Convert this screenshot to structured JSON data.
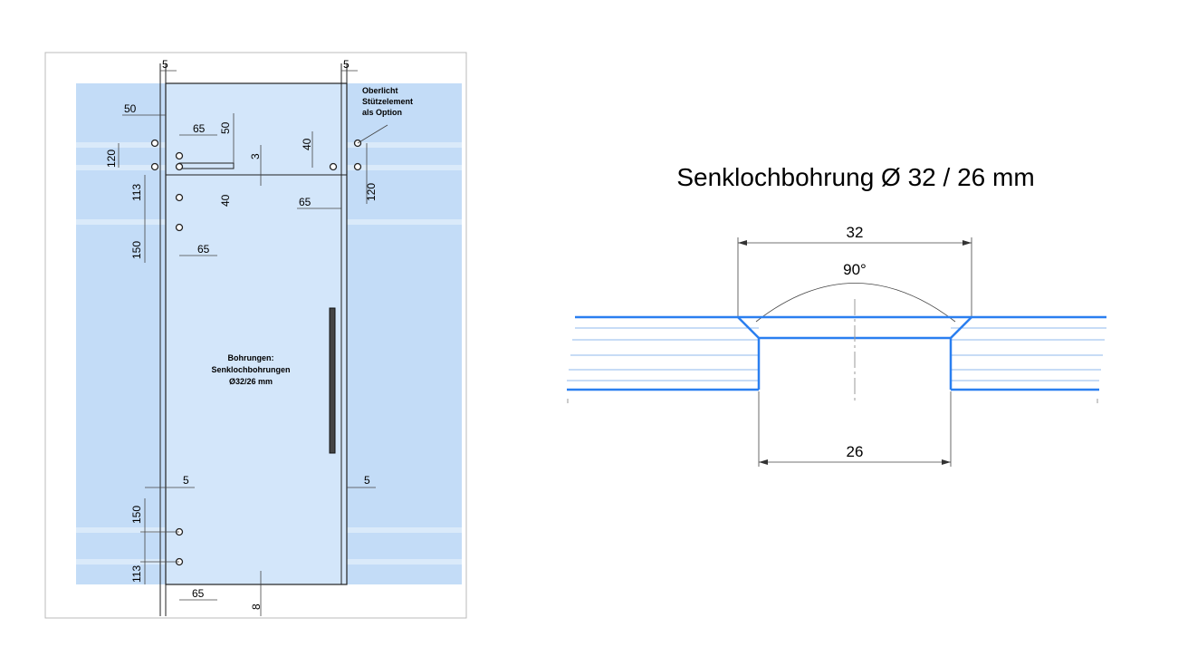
{
  "door_drawing": {
    "colors": {
      "glass": "#c3dcf7",
      "frame": "#888888",
      "panel": "#d3e6fa"
    },
    "dims": {
      "top_left_5": "5",
      "top_right_5": "5",
      "d50_top": "50",
      "d65_top": "65",
      "d50_vert": "50",
      "d120_left": "120",
      "d3": "3",
      "d40_right": "40",
      "d120_right": "120",
      "d113_top": "113",
      "d40_mid": "40",
      "d65_right": "65",
      "d150_top": "150",
      "d65_mid": "65",
      "mid_left_5": "5",
      "mid_right_5": "5",
      "d150_bottom": "150",
      "d113_bottom": "113",
      "d65_bottom": "65",
      "d8_bottom": "8"
    },
    "notes": {
      "option_line1": "Oberlicht",
      "option_line2": "Stützelement",
      "option_line3": "als Option",
      "holes_line1": "Bohrungen:",
      "holes_line2": "Senklochbohrungen",
      "holes_line3": "Ø32/26 mm"
    }
  },
  "section_drawing": {
    "title": "Senklochbohrung Ø 32 / 26 mm",
    "dim_top": "32",
    "angle": "90°",
    "dim_bottom": "26",
    "colors": {
      "glass_edge": "#2a7ff0",
      "glass_line": "#8fb8ec"
    }
  }
}
